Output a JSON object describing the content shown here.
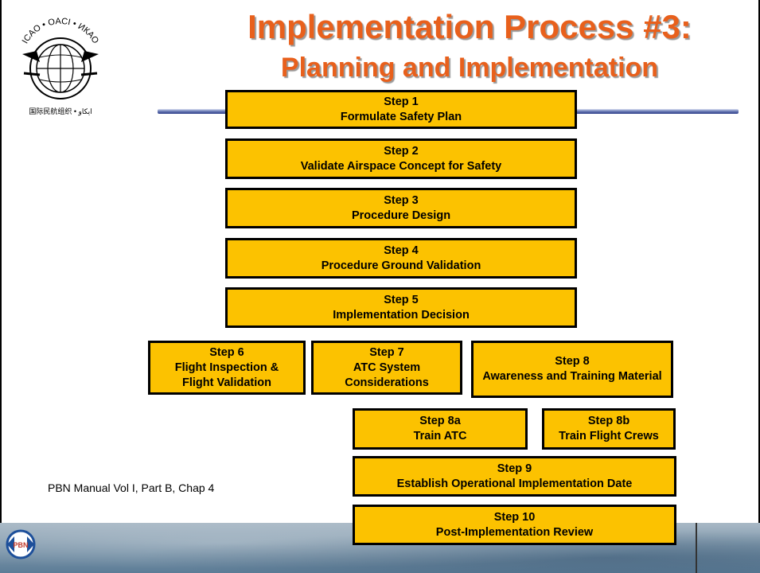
{
  "header": {
    "title_line1": "Implementation Process #3:",
    "title_line2": "Planning and Implementation"
  },
  "logo": {
    "name": "icao-emblem",
    "ring_text": "ICAO • OACI • ИКАО",
    "lower_text": "国际民航组织 • ايكاو"
  },
  "steps": [
    {
      "id": "step-1",
      "number": "Step 1",
      "label": "Formulate Safety Plan"
    },
    {
      "id": "step-2",
      "number": "Step 2",
      "label": "Validate Airspace Concept for Safety"
    },
    {
      "id": "step-3",
      "number": "Step 3",
      "label": "Procedure Design"
    },
    {
      "id": "step-4",
      "number": "Step 4",
      "label": "Procedure Ground Validation"
    },
    {
      "id": "step-5",
      "number": "Step 5",
      "label": "Implementation Decision"
    },
    {
      "id": "step-6",
      "number": "Step 6",
      "label_line1": "Flight Inspection &",
      "label_line2": "Flight Validation"
    },
    {
      "id": "step-7",
      "number": "Step 7",
      "label_line1": "ATC System",
      "label_line2": "Considerations"
    },
    {
      "id": "step-8",
      "number": "Step 8",
      "label": "Awareness and Training Material"
    },
    {
      "id": "step-8a",
      "number": "Step 8a",
      "label": "Train ATC"
    },
    {
      "id": "step-8b",
      "number": "Step 8b",
      "label": "Train Flight Crews"
    },
    {
      "id": "step-9",
      "number": "Step 9",
      "label": "Establish Operational Implementation Date"
    },
    {
      "id": "step-10",
      "number": "Step 10",
      "label": "Post-Implementation Review"
    }
  ],
  "reference": "PBN Manual Vol I, Part B, Chap 4",
  "footer": {
    "logo_text": "PBN"
  },
  "colors": {
    "title": "#e8601c",
    "step_fill": "#fcc200",
    "step_border": "#000000",
    "rule": "#2c3d88"
  }
}
